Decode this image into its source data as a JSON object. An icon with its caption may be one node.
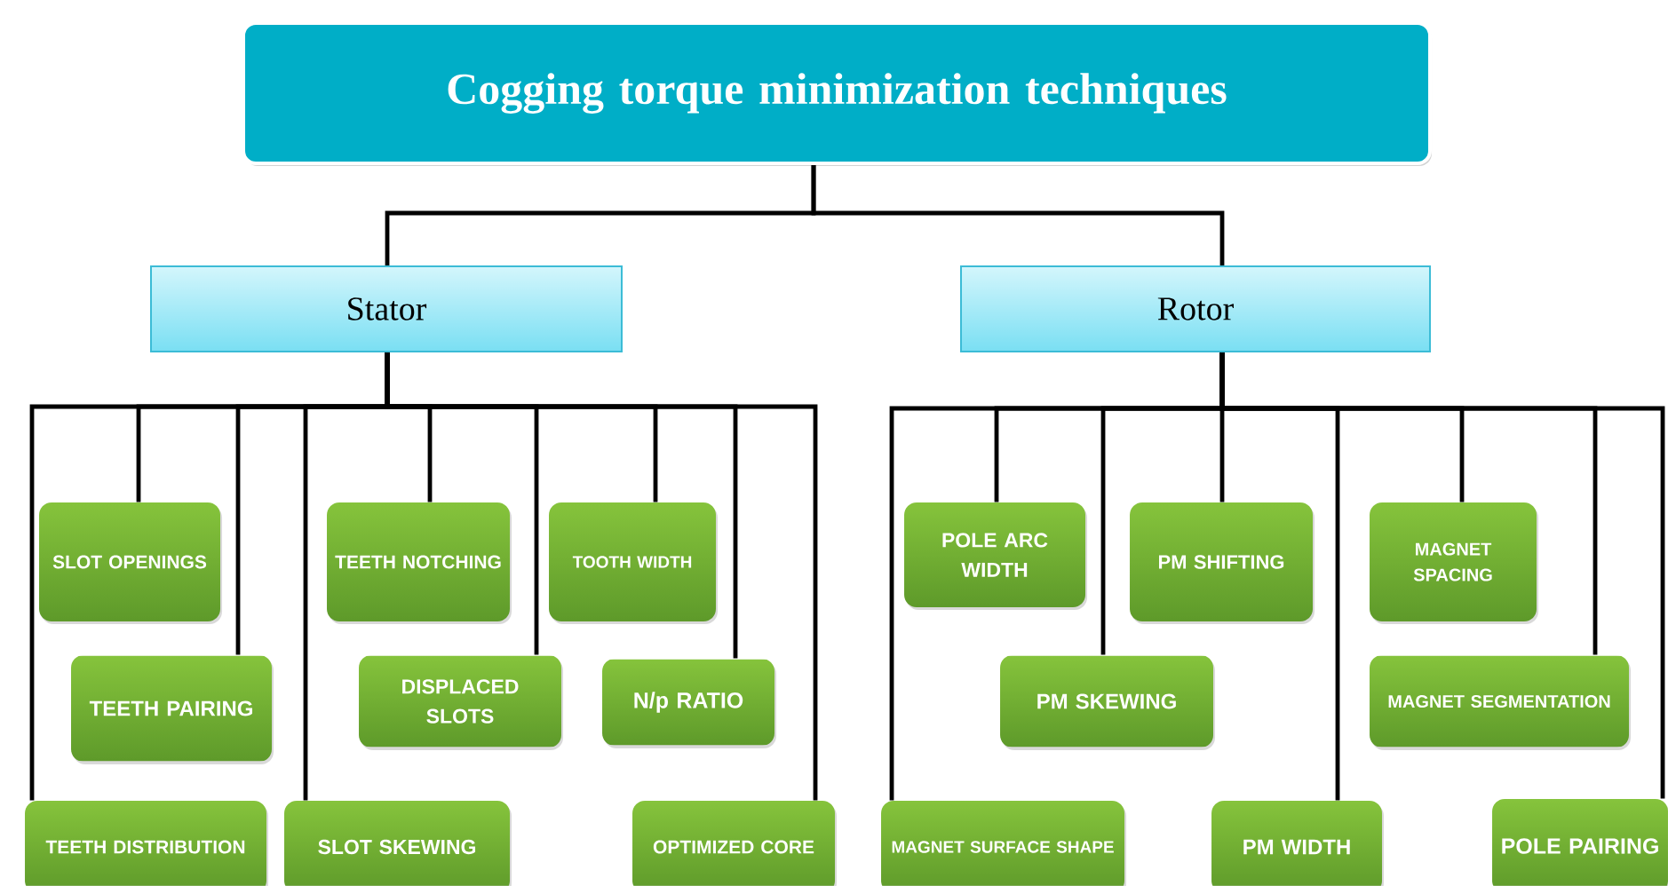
{
  "diagram": {
    "nodes": [
      {
        "text": [
          "Cogging torque minimization techniques"
        ]
      },
      {
        "text": [
          "Stator"
        ]
      },
      {
        "text": [
          "Rotor"
        ]
      },
      {
        "text": [
          "SLOT OPENINGS"
        ]
      },
      {
        "text": [
          "TEETH NOTCHING"
        ]
      },
      {
        "text": [
          "TOOTH WIDTH"
        ]
      },
      {
        "text": [
          "TEETH PAIRING"
        ]
      },
      {
        "text": [
          "DISPLACED SLOTS"
        ]
      },
      {
        "text": [
          "N/p RATIO"
        ]
      },
      {
        "text": [
          "TEETH DISTRIBUTION"
        ]
      },
      {
        "text": [
          "SLOT SKEWING"
        ]
      },
      {
        "text": [
          "OPTIMIZED CORE"
        ]
      },
      {
        "text": [
          "POLE ARC WIDTH"
        ]
      },
      {
        "text": [
          "PM SHIFTING"
        ]
      },
      {
        "text": [
          "MAGNET SPACING"
        ]
      },
      {
        "text": [
          "PM SKEWING"
        ]
      },
      {
        "text": [
          "MAGNET SEGMENTATION"
        ]
      },
      {
        "text": [
          "MAGNET SURFACE SHAPE"
        ]
      },
      {
        "text": [
          "PM WIDTH"
        ]
      },
      {
        "text": [
          "POLE PAIRING"
        ]
      }
    ],
    "edges": [
      {
        "from": 0,
        "to": 1,
        "arrow": "none"
      },
      {
        "from": 0,
        "to": 2,
        "arrow": "none"
      },
      {
        "from": 1,
        "to": 3,
        "arrow": "none"
      },
      {
        "from": 1,
        "to": 4,
        "arrow": "none"
      },
      {
        "from": 1,
        "to": 5,
        "arrow": "none"
      },
      {
        "from": 1,
        "to": 6,
        "arrow": "none"
      },
      {
        "from": 1,
        "to": 7,
        "arrow": "none"
      },
      {
        "from": 1,
        "to": 8,
        "arrow": "none"
      },
      {
        "from": 1,
        "to": 9,
        "arrow": "none"
      },
      {
        "from": 1,
        "to": 10,
        "arrow": "none"
      },
      {
        "from": 1,
        "to": 11,
        "arrow": "none"
      },
      {
        "from": 2,
        "to": 12,
        "arrow": "none"
      },
      {
        "from": 2,
        "to": 13,
        "arrow": "none"
      },
      {
        "from": 2,
        "to": 14,
        "arrow": "none"
      },
      {
        "from": 2,
        "to": 15,
        "arrow": "none"
      },
      {
        "from": 2,
        "to": 16,
        "arrow": "none"
      },
      {
        "from": 2,
        "to": 17,
        "arrow": "none"
      },
      {
        "from": 2,
        "to": 18,
        "arrow": "none"
      },
      {
        "from": 2,
        "to": 19,
        "arrow": "none"
      }
    ]
  }
}
